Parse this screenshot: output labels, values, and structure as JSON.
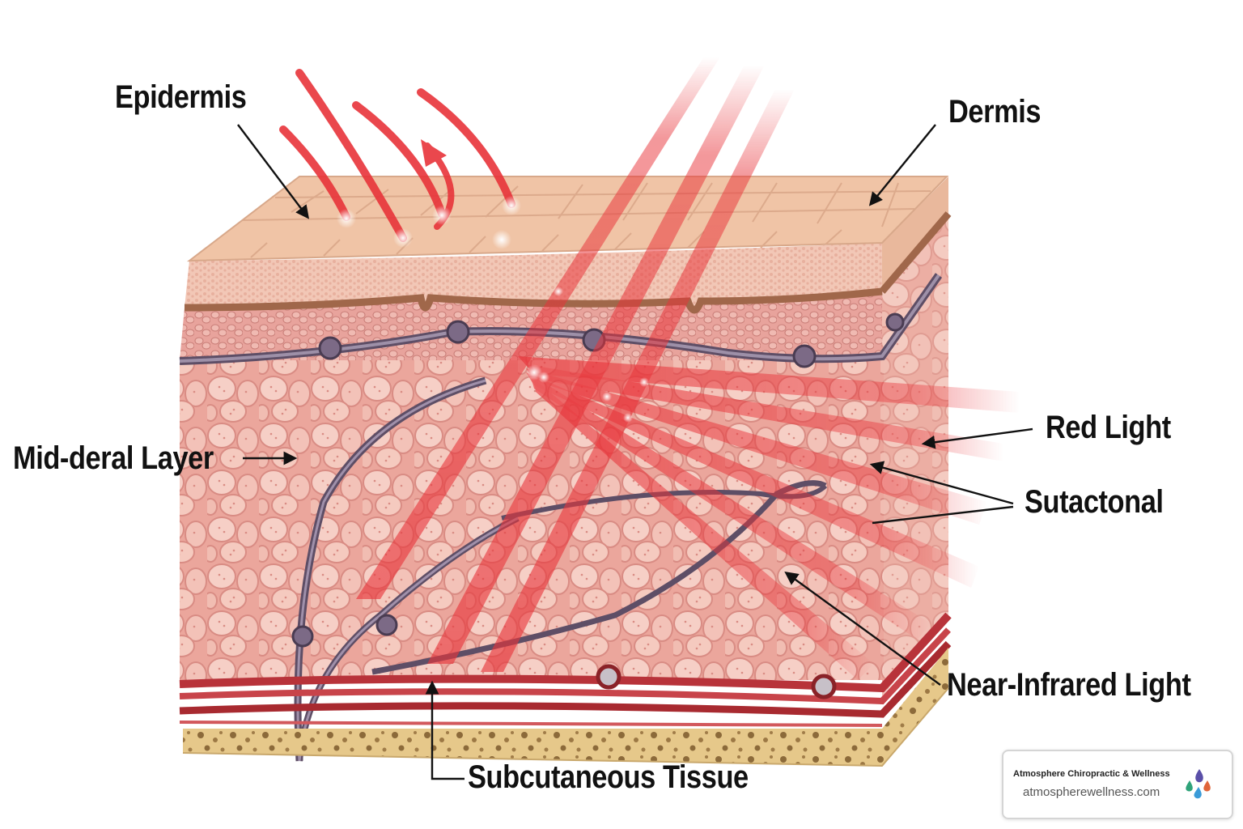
{
  "labels": {
    "epidermis": "Epidermis",
    "dermis": "Dermis",
    "mid_dermal_layer": "Mid-deral Layer",
    "red_light": "Red Light",
    "sutactonal": "Sutactonal",
    "near_infrared_light": "Near-Infrared Light",
    "subcutaneous_tissue": "Subcutaneous Tissue"
  },
  "brand": {
    "name": "Atmosphere Chiropractic & Wellness",
    "url": "atmospherewellness.com"
  },
  "colors": {
    "light_beam": "#e8343a",
    "epidermis_surface": "#f0c4a6",
    "dermis_cells": "#eeaaa0",
    "subcutaneous_fat": "#e6c88a",
    "blood_vessel": "#b8333a",
    "nerve": "#6a5a72"
  }
}
